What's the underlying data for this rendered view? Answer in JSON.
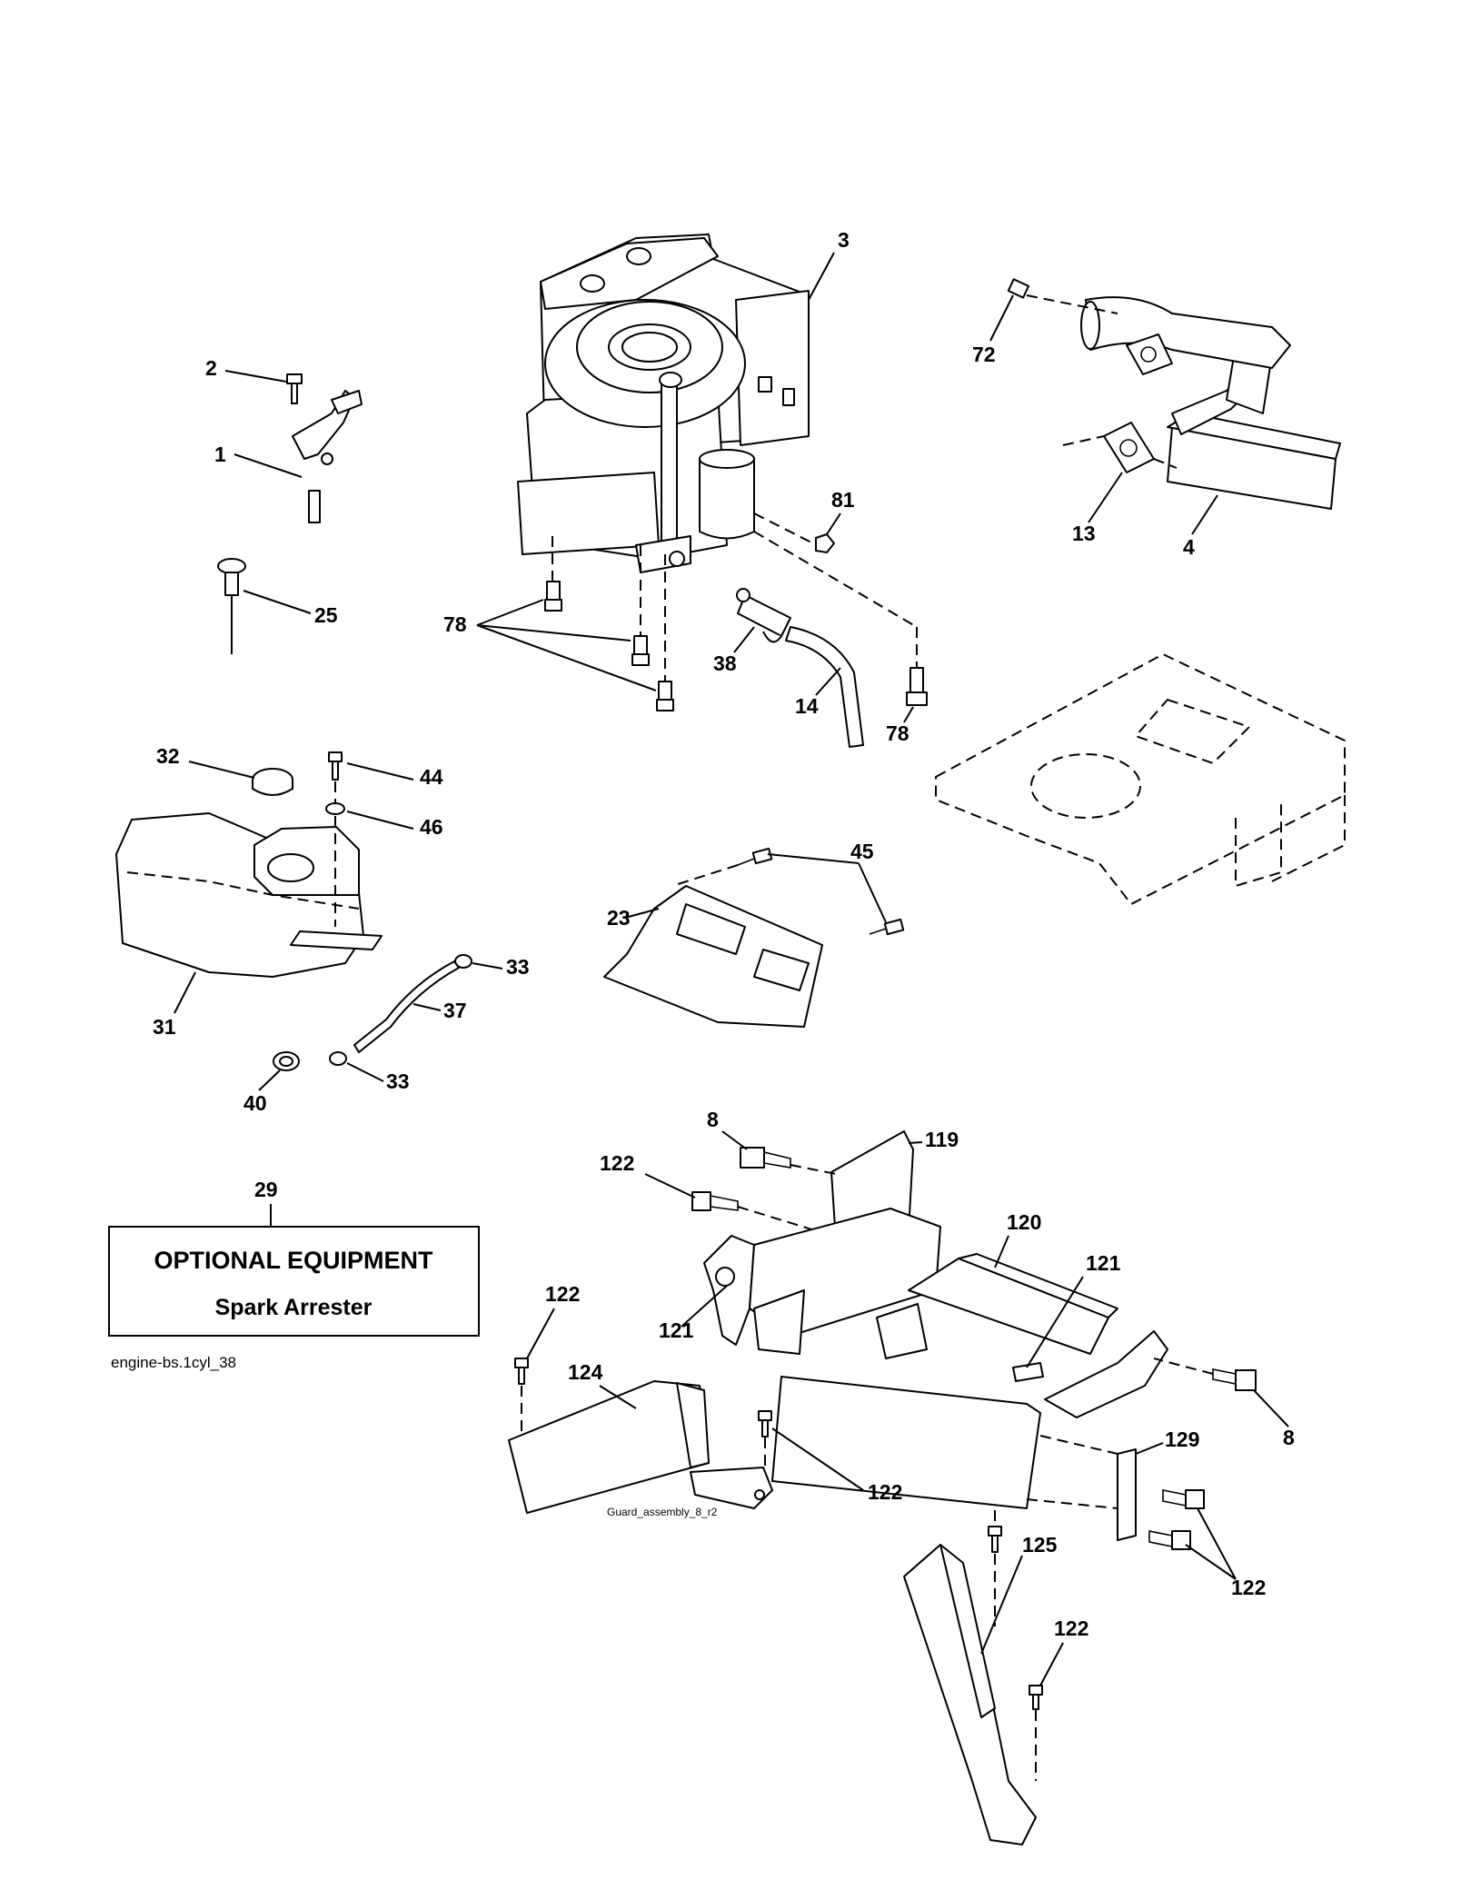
{
  "callouts": {
    "c1": "1",
    "c2": "2",
    "c3": "3",
    "c4": "4",
    "c8a": "8",
    "c8b": "8",
    "c13": "13",
    "c14": "14",
    "c23": "23",
    "c25": "25",
    "c29": "29",
    "c31": "31",
    "c32": "32",
    "c33a": "33",
    "c33b": "33",
    "c37": "37",
    "c38": "38",
    "c40": "40",
    "c44": "44",
    "c45": "45",
    "c46": "46",
    "c72": "72",
    "c78a": "78",
    "c78b": "78",
    "c81": "81",
    "c119": "119",
    "c120": "120",
    "c121a": "121",
    "c121b": "121",
    "c122a": "122",
    "c122b": "122",
    "c122c": "122",
    "c122d": "122",
    "c122e": "122",
    "c124": "124",
    "c125": "125",
    "c129": "129"
  },
  "optional_box": {
    "title": "OPTIONAL EQUIPMENT",
    "subtitle": "Spark Arrester"
  },
  "drawing_id": "engine-bs.1cyl_38",
  "sub_drawing_id": "Guard_assembly_8_r2"
}
